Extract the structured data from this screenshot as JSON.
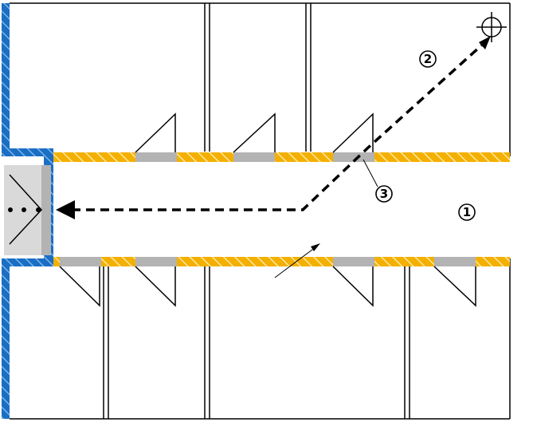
{
  "callouts": [
    {
      "id": "corridor",
      "label": "1"
    },
    {
      "id": "escape-route",
      "label": "2"
    },
    {
      "id": "wall-opening",
      "label": "3"
    }
  ],
  "colors": {
    "fire_wall": "#1a6fc4",
    "fire_wall_hatch": "#8fc2ef",
    "corridor_wall": "#f4b000",
    "corridor_wall_hatch": "#ffe7a3",
    "door_opening": "#b3b3b3",
    "exit_fill": "#d9d9d9",
    "line": "#000000"
  },
  "icons": [
    "crosshair-target-icon",
    "exit-door-icon",
    "direction-arrow-icon"
  ]
}
